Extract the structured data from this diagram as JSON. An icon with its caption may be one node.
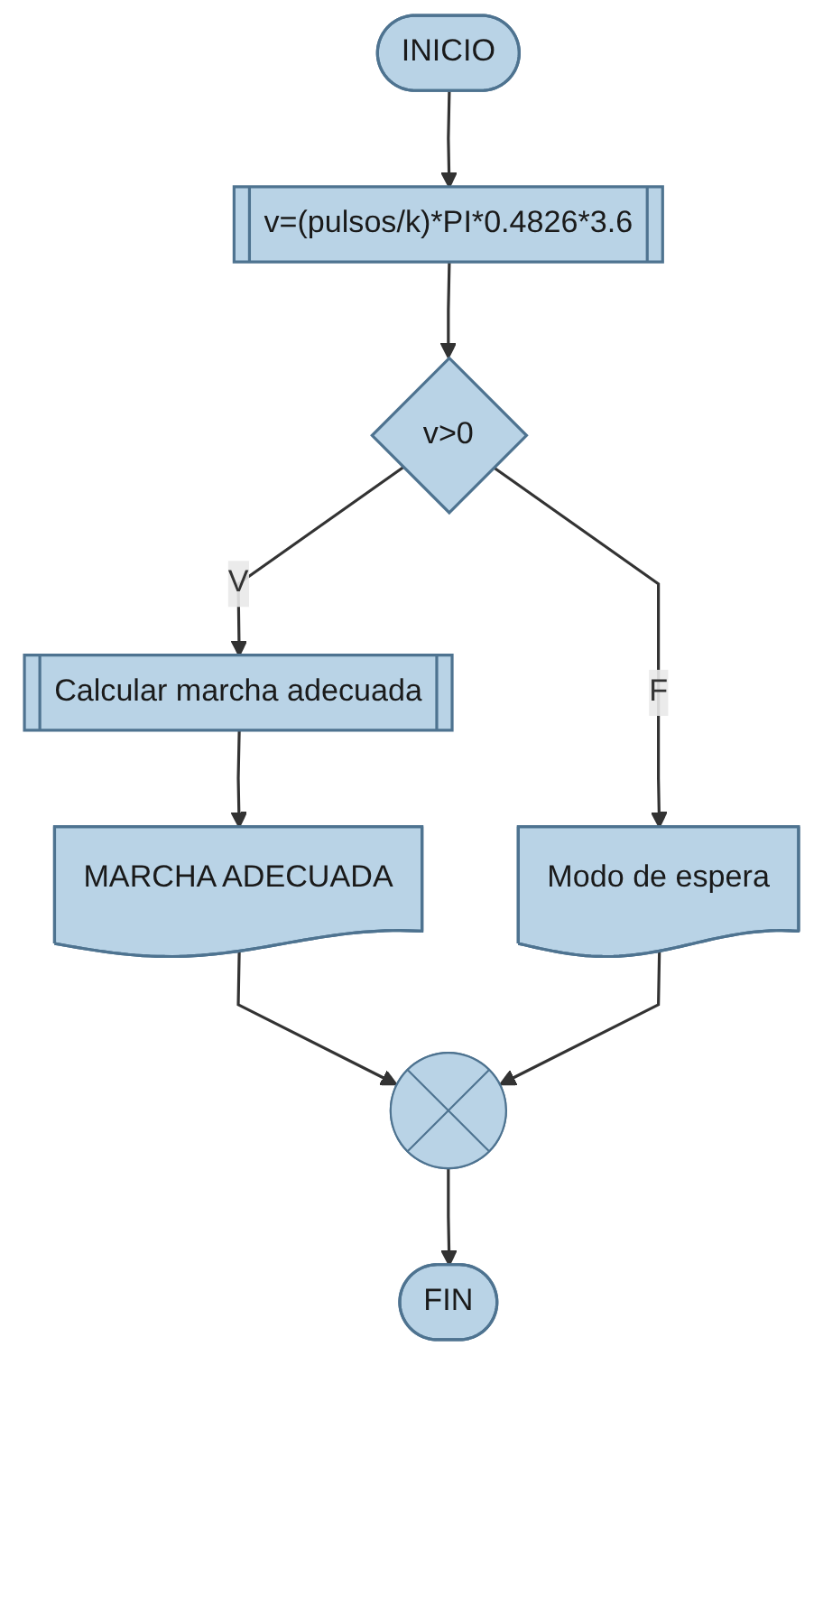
{
  "diagram": {
    "nodes": [
      {
        "text": [
          "INICIO"
        ]
      },
      {
        "text": [
          "v=(pulsos/k)*PI*0.4826*3.6"
        ]
      },
      {
        "text": [
          "v>0"
        ]
      },
      {
        "text": [
          "Calcular marcha adecuada"
        ]
      },
      {
        "text": [
          "MARCHA ADECUADA"
        ]
      },
      {
        "text": [
          "Modo de espera"
        ]
      },
      {
        "text": [],
        "shape": "circle"
      },
      {
        "text": [
          "FIN"
        ]
      }
    ],
    "edges": [
      {
        "from": 0,
        "to": 1,
        "arrow": "to"
      },
      {
        "from": 1,
        "to": 2,
        "arrow": "to"
      },
      {
        "from": 2,
        "to": 3,
        "arrow": "to",
        "label": "V"
      },
      {
        "from": 2,
        "to": 5,
        "arrow": "to",
        "label": "F"
      },
      {
        "from": 3,
        "to": 4,
        "arrow": "to"
      },
      {
        "from": 4,
        "to": 6,
        "arrow": "to"
      },
      {
        "from": 5,
        "to": 6,
        "arrow": "to"
      },
      {
        "from": 6,
        "to": 7,
        "arrow": "to"
      }
    ]
  }
}
